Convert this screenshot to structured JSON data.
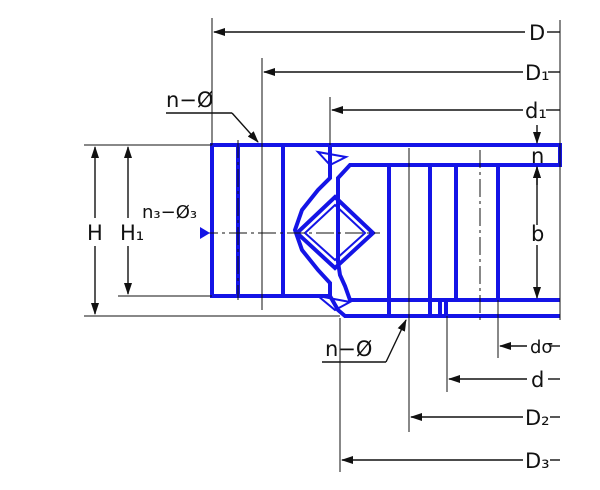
{
  "drawing": {
    "colors": {
      "part": "#1414e6",
      "dimension": "#111111",
      "background": "#ffffff"
    },
    "labels": {
      "D": "D",
      "D1": "D₁",
      "d1": "d₁",
      "n_top": "n",
      "H": "H",
      "H1": "H₁",
      "b": "b",
      "n_phi": "n−Ø",
      "n3_phi3": "n₃−Ø₃",
      "n_phi_lower": "n−Ø",
      "d_sigma": "dσ",
      "d": "d",
      "D2": "D₂",
      "D3": "D₃"
    }
  }
}
